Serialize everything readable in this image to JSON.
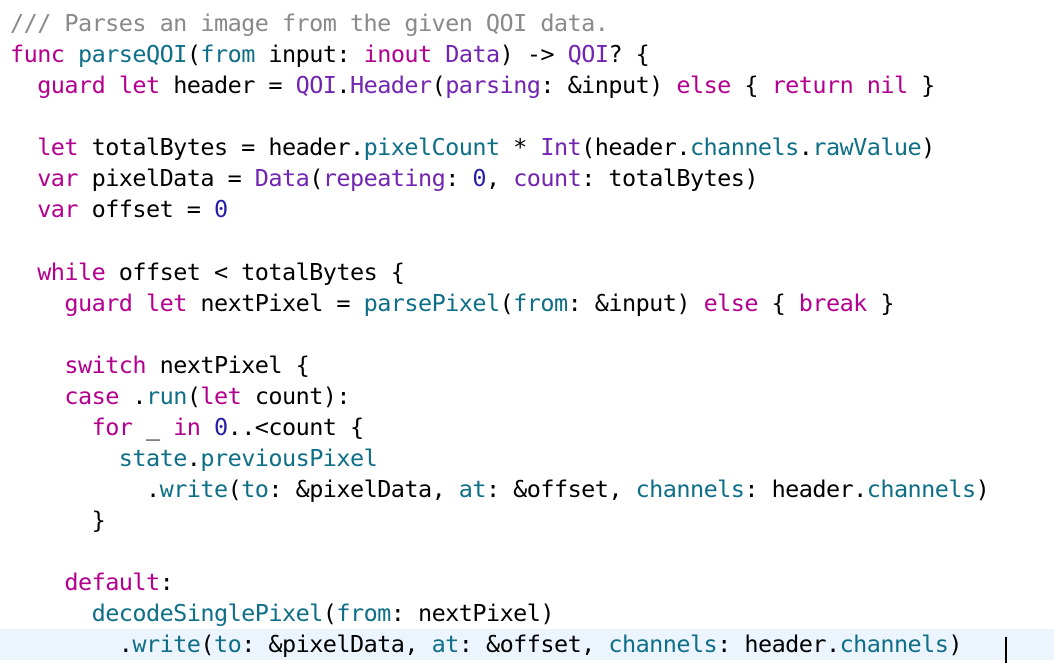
{
  "colors": {
    "comment": "#8a8a8a",
    "keyword": "#b4008e",
    "type": "#7225b1",
    "member": "#0f6f87",
    "number": "#271fa9",
    "plain": "#000000",
    "current_line": "#ecf4fe"
  },
  "editor": {
    "current_line_index": 20,
    "lines": [
      [
        {
          "t": "/// Parses an image from the given QOI data.",
          "k": "comment"
        }
      ],
      [
        {
          "t": "func",
          "k": "keyword"
        },
        {
          "t": " ",
          "k": "plain"
        },
        {
          "t": "parseQOI",
          "k": "member"
        },
        {
          "t": "(",
          "k": "plain"
        },
        {
          "t": "from",
          "k": "member"
        },
        {
          "t": " input: ",
          "k": "plain"
        },
        {
          "t": "inout",
          "k": "keyword"
        },
        {
          "t": " ",
          "k": "plain"
        },
        {
          "t": "Data",
          "k": "type"
        },
        {
          "t": ") -> ",
          "k": "plain"
        },
        {
          "t": "QOI",
          "k": "type"
        },
        {
          "t": "? {",
          "k": "plain"
        }
      ],
      [
        {
          "t": "  ",
          "k": "plain"
        },
        {
          "t": "guard",
          "k": "keyword"
        },
        {
          "t": " ",
          "k": "plain"
        },
        {
          "t": "let",
          "k": "keyword"
        },
        {
          "t": " header = ",
          "k": "plain"
        },
        {
          "t": "QOI",
          "k": "type"
        },
        {
          "t": ".",
          "k": "plain"
        },
        {
          "t": "Header",
          "k": "type"
        },
        {
          "t": "(",
          "k": "plain"
        },
        {
          "t": "parsing",
          "k": "type"
        },
        {
          "t": ": &input) ",
          "k": "plain"
        },
        {
          "t": "else",
          "k": "keyword"
        },
        {
          "t": " { ",
          "k": "plain"
        },
        {
          "t": "return",
          "k": "keyword"
        },
        {
          "t": " ",
          "k": "plain"
        },
        {
          "t": "nil",
          "k": "keyword"
        },
        {
          "t": " }",
          "k": "plain"
        }
      ],
      [],
      [
        {
          "t": "  ",
          "k": "plain"
        },
        {
          "t": "let",
          "k": "keyword"
        },
        {
          "t": " totalBytes = header.",
          "k": "plain"
        },
        {
          "t": "pixelCount",
          "k": "member"
        },
        {
          "t": " * ",
          "k": "plain"
        },
        {
          "t": "Int",
          "k": "type"
        },
        {
          "t": "(header.",
          "k": "plain"
        },
        {
          "t": "channels",
          "k": "member"
        },
        {
          "t": ".",
          "k": "plain"
        },
        {
          "t": "rawValue",
          "k": "member"
        },
        {
          "t": ")",
          "k": "plain"
        }
      ],
      [
        {
          "t": "  ",
          "k": "plain"
        },
        {
          "t": "var",
          "k": "keyword"
        },
        {
          "t": " pixelData = ",
          "k": "plain"
        },
        {
          "t": "Data",
          "k": "type"
        },
        {
          "t": "(",
          "k": "plain"
        },
        {
          "t": "repeating",
          "k": "type"
        },
        {
          "t": ": ",
          "k": "plain"
        },
        {
          "t": "0",
          "k": "number"
        },
        {
          "t": ", ",
          "k": "plain"
        },
        {
          "t": "count",
          "k": "type"
        },
        {
          "t": ": totalBytes)",
          "k": "plain"
        }
      ],
      [
        {
          "t": "  ",
          "k": "plain"
        },
        {
          "t": "var",
          "k": "keyword"
        },
        {
          "t": " offset = ",
          "k": "plain"
        },
        {
          "t": "0",
          "k": "number"
        }
      ],
      [],
      [
        {
          "t": "  ",
          "k": "plain"
        },
        {
          "t": "while",
          "k": "keyword"
        },
        {
          "t": " offset < totalBytes {",
          "k": "plain"
        }
      ],
      [
        {
          "t": "    ",
          "k": "plain"
        },
        {
          "t": "guard",
          "k": "keyword"
        },
        {
          "t": " ",
          "k": "plain"
        },
        {
          "t": "let",
          "k": "keyword"
        },
        {
          "t": " nextPixel = ",
          "k": "plain"
        },
        {
          "t": "parsePixel",
          "k": "member"
        },
        {
          "t": "(",
          "k": "plain"
        },
        {
          "t": "from",
          "k": "member"
        },
        {
          "t": ": &input) ",
          "k": "plain"
        },
        {
          "t": "else",
          "k": "keyword"
        },
        {
          "t": " { ",
          "k": "plain"
        },
        {
          "t": "break",
          "k": "keyword"
        },
        {
          "t": " }",
          "k": "plain"
        }
      ],
      [],
      [
        {
          "t": "    ",
          "k": "plain"
        },
        {
          "t": "switch",
          "k": "keyword"
        },
        {
          "t": " nextPixel {",
          "k": "plain"
        }
      ],
      [
        {
          "t": "    ",
          "k": "plain"
        },
        {
          "t": "case",
          "k": "keyword"
        },
        {
          "t": " .",
          "k": "plain"
        },
        {
          "t": "run",
          "k": "member"
        },
        {
          "t": "(",
          "k": "plain"
        },
        {
          "t": "let",
          "k": "keyword"
        },
        {
          "t": " count):",
          "k": "plain"
        }
      ],
      [
        {
          "t": "      ",
          "k": "plain"
        },
        {
          "t": "for",
          "k": "keyword"
        },
        {
          "t": " _ ",
          "k": "plain"
        },
        {
          "t": "in",
          "k": "keyword"
        },
        {
          "t": " ",
          "k": "plain"
        },
        {
          "t": "0",
          "k": "number"
        },
        {
          "t": "..<count {",
          "k": "plain"
        }
      ],
      [
        {
          "t": "        ",
          "k": "plain"
        },
        {
          "t": "state",
          "k": "member"
        },
        {
          "t": ".",
          "k": "plain"
        },
        {
          "t": "previousPixel",
          "k": "member"
        }
      ],
      [
        {
          "t": "          .",
          "k": "plain"
        },
        {
          "t": "write",
          "k": "member"
        },
        {
          "t": "(",
          "k": "plain"
        },
        {
          "t": "to",
          "k": "member"
        },
        {
          "t": ": &pixelData, ",
          "k": "plain"
        },
        {
          "t": "at",
          "k": "member"
        },
        {
          "t": ": &offset, ",
          "k": "plain"
        },
        {
          "t": "channels",
          "k": "member"
        },
        {
          "t": ": header.",
          "k": "plain"
        },
        {
          "t": "channels",
          "k": "member"
        },
        {
          "t": ")",
          "k": "plain"
        }
      ],
      [
        {
          "t": "      }",
          "k": "plain"
        }
      ],
      [],
      [
        {
          "t": "    ",
          "k": "plain"
        },
        {
          "t": "default",
          "k": "keyword"
        },
        {
          "t": ":",
          "k": "plain"
        }
      ],
      [
        {
          "t": "      ",
          "k": "plain"
        },
        {
          "t": "decodeSinglePixel",
          "k": "member"
        },
        {
          "t": "(",
          "k": "plain"
        },
        {
          "t": "from",
          "k": "member"
        },
        {
          "t": ": nextPixel)",
          "k": "plain"
        }
      ],
      [
        {
          "t": "        .",
          "k": "plain"
        },
        {
          "t": "write",
          "k": "member"
        },
        {
          "t": "(",
          "k": "plain"
        },
        {
          "t": "to",
          "k": "member"
        },
        {
          "t": ": &pixelData, ",
          "k": "plain"
        },
        {
          "t": "at",
          "k": "member"
        },
        {
          "t": ": &offset, ",
          "k": "plain"
        },
        {
          "t": "channels",
          "k": "member"
        },
        {
          "t": ": header.",
          "k": "plain"
        },
        {
          "t": "channels",
          "k": "member"
        },
        {
          "t": ")",
          "k": "plain"
        }
      ]
    ]
  }
}
